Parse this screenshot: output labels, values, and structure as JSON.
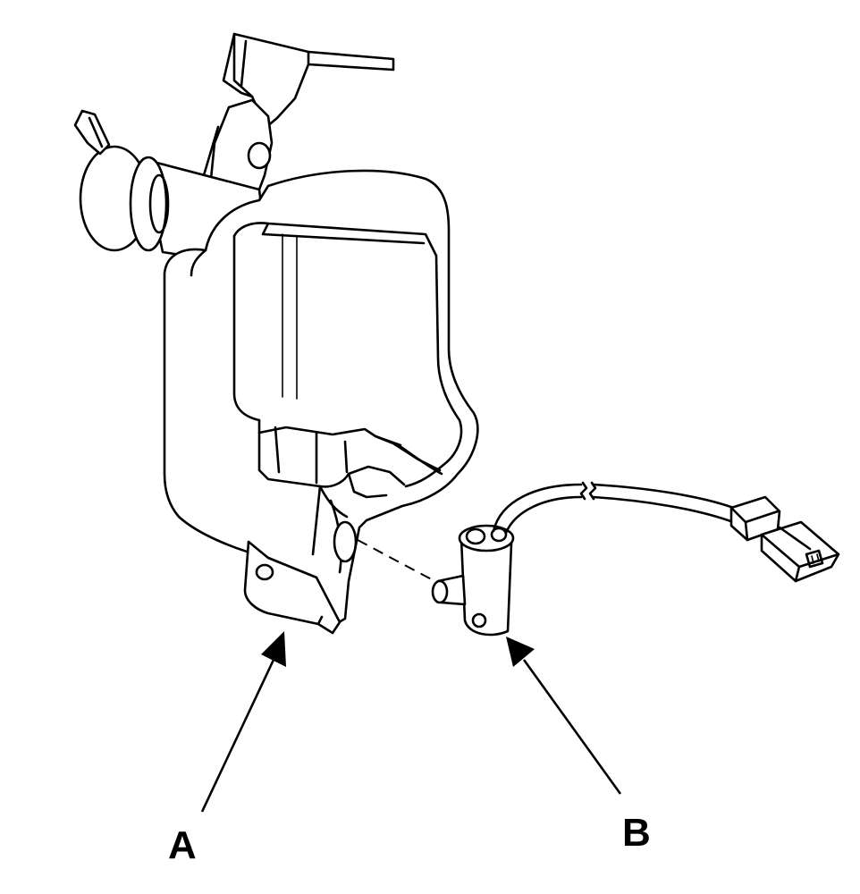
{
  "labels": {
    "a": "A",
    "b": "B"
  },
  "parts": {
    "reservoir": "washer-reservoir",
    "pump": "washer-motor-pump",
    "connector": "wire-harness-connector"
  },
  "colors": {
    "ink": "#000000",
    "paper": "#ffffff"
  }
}
